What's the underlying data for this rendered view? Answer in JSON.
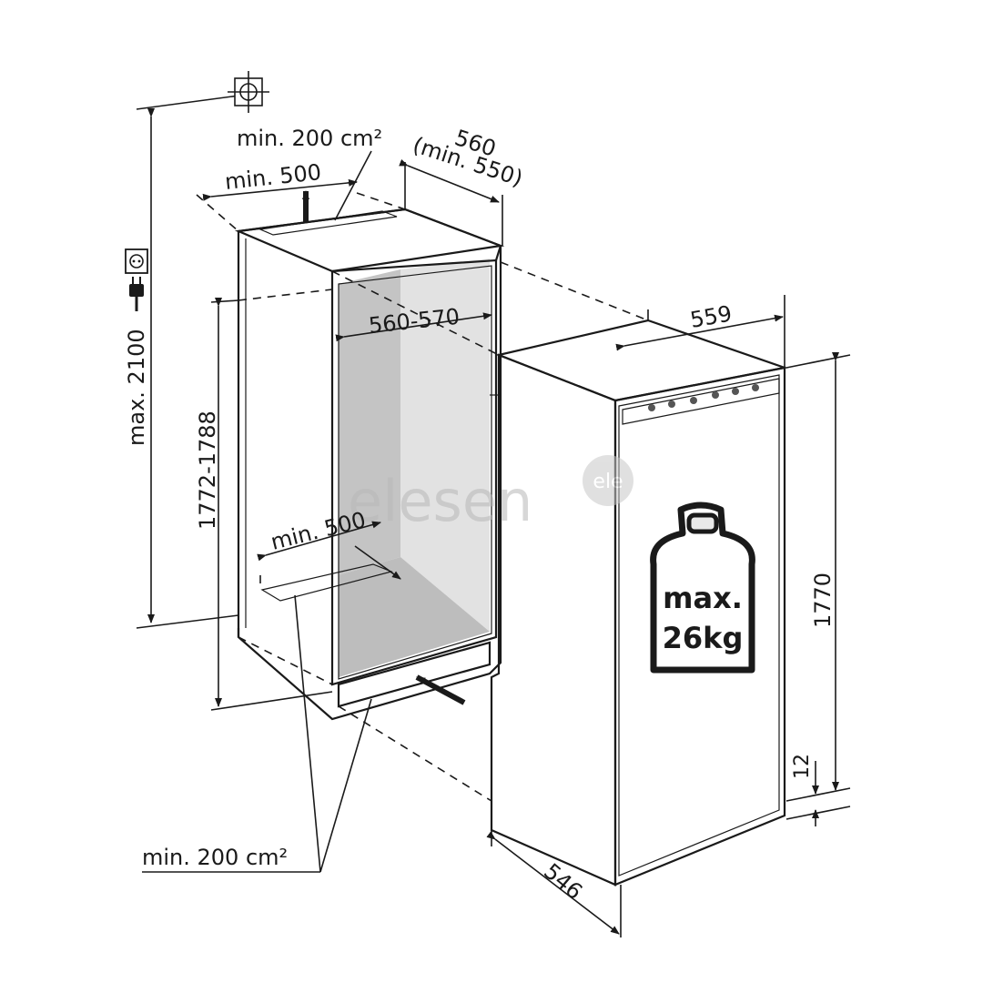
{
  "labels": {
    "top_vent_area": "min. 200 cm²",
    "top_vent_depth": "min. 500",
    "niche_depth_1": "560",
    "niche_depth_2": "(min. 550)",
    "niche_width": "560-570",
    "max_height": "max. 2100",
    "niche_height": "1772-1788",
    "bottom_vent_depth": "min. 500",
    "bottom_vent_area": "min. 200 cm²",
    "appliance_width": "559",
    "appliance_height": "1770",
    "appliance_gap": "12",
    "appliance_depth": "546",
    "weight_line1": "max.",
    "weight_line2": "26kg",
    "watermark": "elesen",
    "watermark_badge": "ele"
  },
  "icons": {
    "top_connection": "crosshair-plumb-icon",
    "socket": "electrical-socket-icon",
    "plug": "power-plug-icon",
    "weight": "weight-icon"
  },
  "colors": {
    "line": "#1a1a1a",
    "cavity_dark": "#c4c4c4",
    "cavity_light": "#e6e6e6",
    "appliance_face": "#e9e9e9",
    "appliance_side": "#dedede",
    "vent_speckle": "#9a9a9a",
    "watermark": "#b8b8b8"
  }
}
